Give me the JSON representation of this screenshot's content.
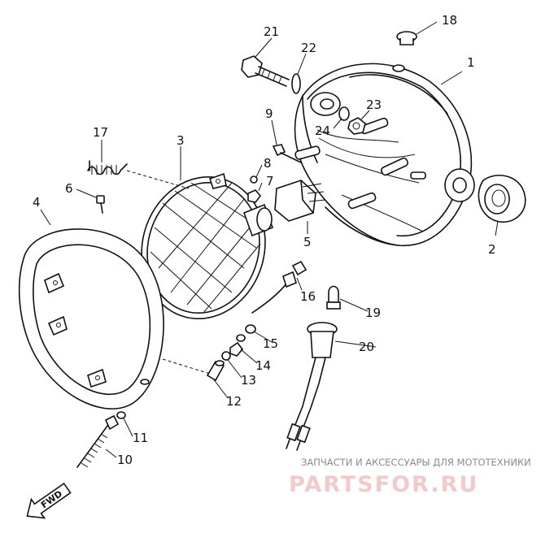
{
  "callouts": [
    "1",
    "2",
    "3",
    "4",
    "5",
    "6",
    "7",
    "8",
    "9",
    "10",
    "11",
    "12",
    "13",
    "14",
    "15",
    "16",
    "17",
    "18",
    "19",
    "20",
    "21",
    "22",
    "23",
    "24"
  ],
  "direction_tag": "FWD",
  "watermark": {
    "caption": "ЗАПЧАСТИ И АКСЕССУАРЫ ДЛЯ МОТОТЕХНИКИ",
    "logo": "PARTSFOR.RU"
  }
}
